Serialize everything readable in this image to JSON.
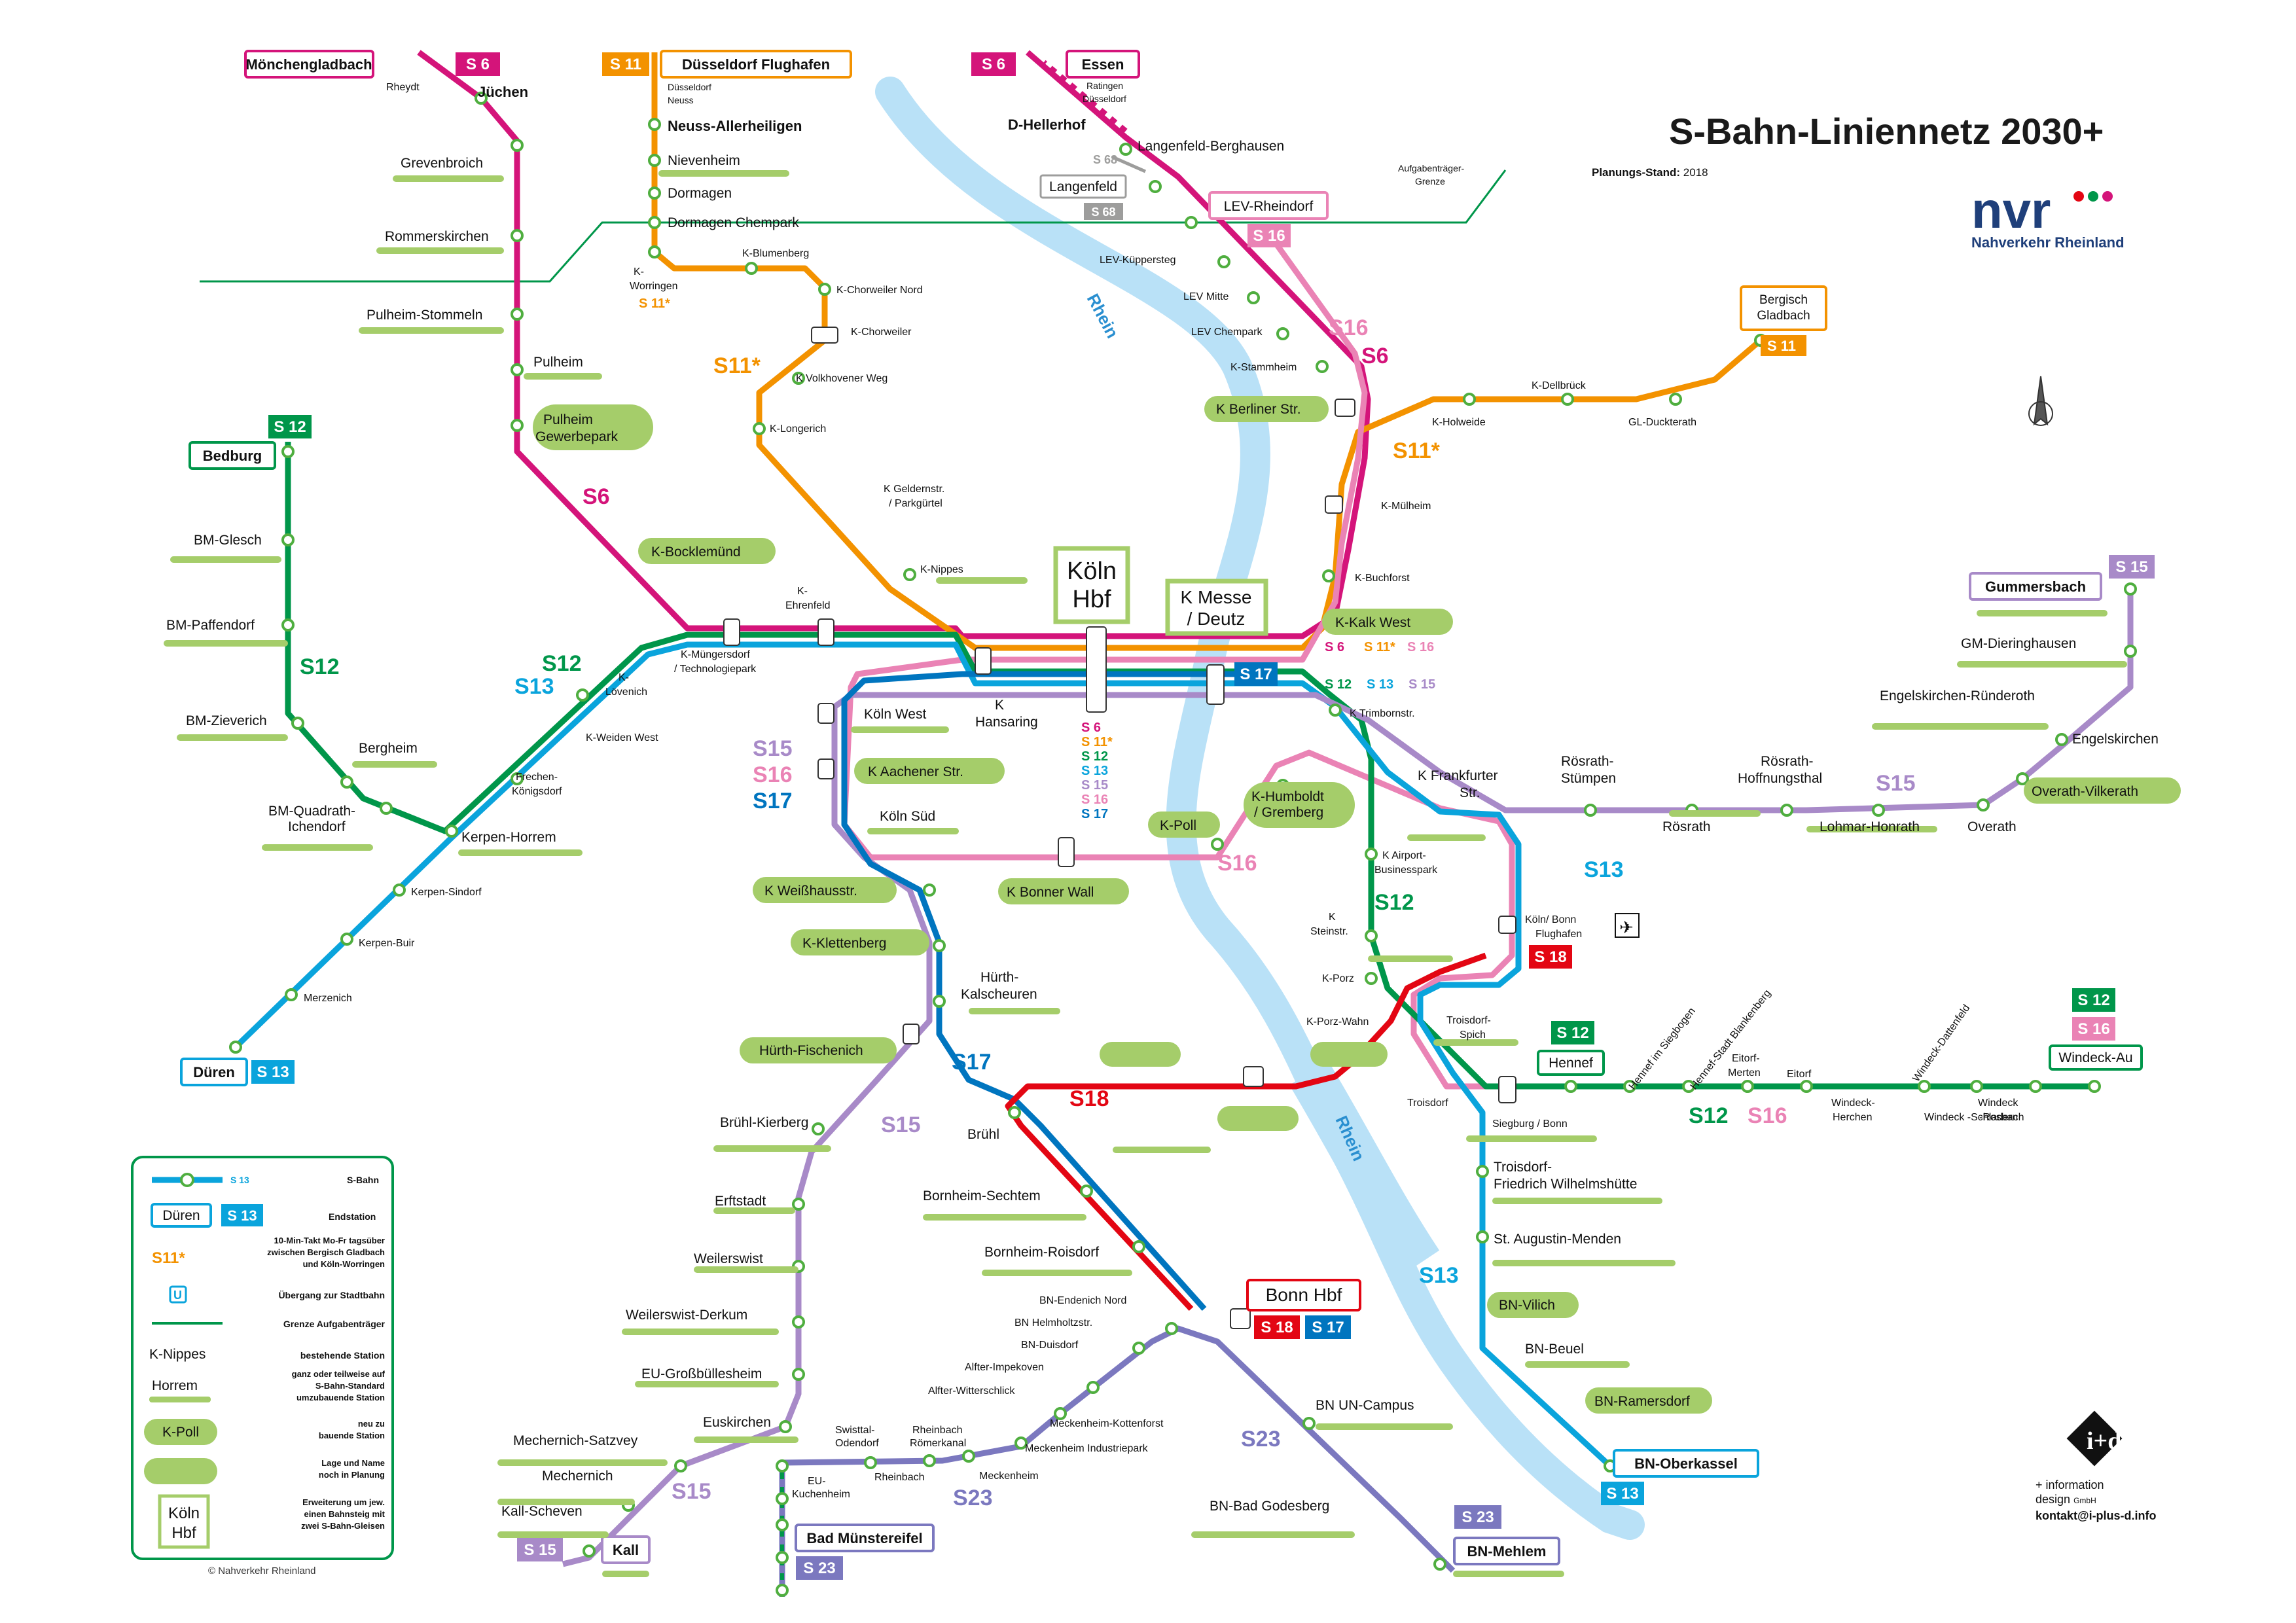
{
  "title": "S-Bahn-Liniennetz 2030+",
  "planning_state_label": "Planungs-Stand:",
  "planning_state_value": "2018",
  "brand": "Nahverkehr Rheinland",
  "copyright": "© Nahverkehr Rheinland",
  "designer": {
    "line1": "information",
    "line2": "design",
    "gmbh": "GmbH",
    "contact": "kontakt@i-plus-d.info"
  },
  "colors": {
    "S6": "#d4147a",
    "S11": "#f39200",
    "S12": "#00964a",
    "S13": "#0aa4dc",
    "S15": "#a88ac8",
    "S16": "#ea83b5",
    "S17": "#0075bf",
    "S18": "#e30613",
    "S23": "#7b78bf",
    "S68": "#9d9d9c",
    "green_label": "#a5cd6a",
    "river": "#b9e1f7"
  },
  "rivers": [
    "Rhein",
    "Rhein"
  ],
  "termini": {
    "moenchengladbach": "Mönchengladbach",
    "duesseldorf_flughafen": "Düsseldorf Flughafen",
    "essen": "Essen",
    "langenfeld": "Langenfeld",
    "lev_rheindorf": "LEV-Rheindorf",
    "bedburg": "Bedburg",
    "bergisch_gladbach": "Bergisch Gladbach",
    "gummersbach": "Gummersbach",
    "dueren": "Düren",
    "hennef": "Hennef",
    "windeck_au": "Windeck-Au",
    "bonn_hbf": "Bonn Hbf",
    "bn_oberkassel": "BN-Oberkassel",
    "bad_muenstereifel": "Bad Münstereifel",
    "bn_mehlem": "BN-Mehlem",
    "kall": "Kall",
    "koeln_hbf": "Köln Hbf",
    "k_messe": "K Messe / Deutz"
  },
  "line_tags": [
    "S 6",
    "S 11",
    "S 6",
    "S 68",
    "S 68",
    "S 16",
    "S 12",
    "S 11",
    "S 15",
    "S 13",
    "S 17",
    "S 12",
    "S 16",
    "S 18",
    "S 13",
    "S 23",
    "S 23",
    "S 15",
    "S 18",
    "S 17",
    "S 13"
  ],
  "line_labels": [
    "S6",
    "S11*",
    "S16",
    "S6",
    "S11*",
    "S12",
    "S12",
    "S13",
    "S15",
    "S16",
    "S17",
    "S16",
    "S13",
    "S12",
    "S17",
    "S18",
    "S15",
    "S13",
    "S12",
    "S16",
    "S23",
    "S15",
    "S23",
    "S15"
  ],
  "stations": {
    "n_rheydt": "Rheydt",
    "n_juechen": "Jüchen",
    "n_grevenbroich": "Grevenbroich",
    "n_rommerskirchen": "Rommerskirchen",
    "n_pulheim_stommeln": "Pulheim-Stommeln",
    "n_pulheim": "Pulheim",
    "n_pulheim_gewerbepark": "Pulheim Gewerbepark",
    "n_k_bocklemuend": "K-Bocklemünd",
    "n_k_ehrenfeld": "K-Ehrenfeld",
    "n_k_muengersdorf": "K-Müngersdorf / Technologiepark",
    "n_k_loevenich": "K-Lövenich",
    "n_k_weiden_west": "K-Weiden West",
    "n_frechen": "Frechen-Königsdorf",
    "n_kerpen_horrem": "Kerpen-Horrem",
    "n_kerpen_sindorf": "Kerpen-Sindorf",
    "n_kerpen_buir": "Kerpen-Buir",
    "n_merzenich": "Merzenich",
    "n_bm_glesch": "BM-Glesch",
    "n_bm_paffendorf": "BM-Paffendorf",
    "n_bm_zieverich": "BM-Zieverich",
    "n_bergheim": "Bergheim",
    "n_bm_quadrath": "BM-Quadrath-Ichendorf",
    "n_dus_neuss": "Düsseldorf Neuss",
    "n_neuss_allerheiligen": "Neuss-Allerheiligen",
    "n_nievenheim": "Nievenheim",
    "n_dormagen": "Dormagen",
    "n_dormagen_chempark": "Dormagen Chempark",
    "n_k_worringen": "K-Worringen",
    "n_k_blumenberg": "K-Blumenberg",
    "n_k_chorweiler_nord": "K-Chorweiler Nord",
    "n_k_chorweiler": "K-Chorweiler",
    "n_k_volkhovener": "K Volkhovener Weg",
    "n_k_longerich": "K-Longerich",
    "n_k_geldernstr": "K Geldernstr. / Parkgürtel",
    "n_k_nippes": "K-Nippes",
    "n_k_hansaring": "K Hansaring",
    "n_ratingen": "Ratingen Düsseldorf",
    "n_d_hellerhof": "D-Hellerhof",
    "n_langenfeld_berghausen": "Langenfeld-Berghausen",
    "n_lev_kuepper": "LEV-Küppersteg",
    "n_lev_mitte": "LEV Mitte",
    "n_lev_chempark": "LEV Chempark",
    "n_k_stammheim": "K-Stammheim",
    "n_k_berliner": "K Berliner Str.",
    "n_k_muelheim": "K-Mülheim",
    "n_k_buchforst": "K-Buchforst",
    "n_k_kalk_west": "K-Kalk West",
    "n_k_holweide": "K-Holweide",
    "n_k_dellbrueck": "K-Dellbrück",
    "n_gl_duckterath": "GL-Duckterath",
    "n_k_trimborn": "K Trimbornstr.",
    "n_k_frankfurter": "K Frankfurter Str.",
    "n_roesrath_stuempen": "Rösrath-Stümpen",
    "n_roesrath": "Rösrath",
    "n_roesrath_hoff": "Rösrath-Hoffnungsthal",
    "n_lohmar": "Lohmar-Honrath",
    "n_overath": "Overath",
    "n_overath_vilkerath": "Overath-Vilkerath",
    "n_engelskirchen": "Engelskirchen",
    "n_engelskirchen_r": "Engelskirchen-Ründeroth",
    "n_gm_dier": "GM-Dieringhausen",
    "n_koeln_west": "Köln West",
    "n_k_aachener": "K Aachener Str.",
    "n_koeln_sued": "Köln Süd",
    "n_k_bonner_wall": "K Bonner Wall",
    "n_k_poll": "K-Poll",
    "n_k_humboldt": "K-Humboldt / Gremberg",
    "n_k_airport": "K Airport-Businesspark",
    "n_k_steinstr": "K Steinstr.",
    "n_k_porz": "K-Porz",
    "n_k_porz_wahn": "K-Porz-Wahn",
    "n_koeln_bonn": "Köln/ Bonn Flughafen",
    "n_troisdorf_spich": "Troisdorf-Spich",
    "n_troisdorf": "Troisdorf",
    "n_siegburg": "Siegburg / Bonn",
    "n_hennef_sieg": "Hennef im Siegbogen",
    "n_hennef_blanken": "Hennef-Stadt Blankenberg",
    "n_eitorf_merten": "Eitorf-Merten",
    "n_eitorf": "Eitorf",
    "n_windeck_herchen": "Windeck-Herchen",
    "n_windeck_datten": "Windeck-Dattenfeld",
    "n_windeck_schladern": "Windeck -Schladern",
    "n_windeck_rosbach": "Windeck -Rosbach",
    "n_troisdorf_fw": "Troisdorf- Friedrich Wilhelmshütte",
    "n_st_augustin": "St. Augustin-Menden",
    "n_bn_vilich": "BN-Vilich",
    "n_bn_beuel": "BN-Beuel",
    "n_bn_ramersdorf": "BN-Ramersdorf",
    "n_k_weisshaus": "K Weißhausstr.",
    "n_k_klettenberg": "K-Klettenberg",
    "n_huerth_kal": "Hürth- Kalscheuren",
    "n_huerth_fisch": "Hürth-Fischenich",
    "n_bruehl_kierberg": "Brühl-Kierberg",
    "n_bruehl": "Brühl",
    "n_bornheim_sechtem": "Bornheim-Sechtem",
    "n_bornheim_roisdorf": "Bornheim-Roisdorf",
    "n_erftstadt": "Erftstadt",
    "n_weilerswist": "Weilerswist",
    "n_weilerswist_derkum": "Weilerswist-Derkum",
    "n_eu_gross": "EU-Großbüllesheim",
    "n_euskirchen": "Euskirchen",
    "n_mechernich_satz": "Mechernich-Satzvey",
    "n_mechernich": "Mechernich",
    "n_kall_scheven": "Kall-Scheven",
    "n_eu_kuchenheim": "EU- Kuchenheim",
    "n_swisttal": "Swisttal- Odendorf",
    "n_rheinbach_roemer": "Rheinbach Römerkanal",
    "n_rheinbach": "Rheinbach",
    "n_meckenheim": "Meckenheim",
    "n_meckenheim_ind": "Meckenheim Industriepark",
    "n_meckenheim_kotten": "Meckenheim-Kottenforst",
    "n_alfter_witt": "Alfter-Witterschlick",
    "n_alfter_imp": "Alfter-Impekoven",
    "n_bn_duisdorf": "BN-Duisdorf",
    "n_bn_helmholtz": "BN Helmholtzstr.",
    "n_bn_endenich": "BN-Endenich Nord",
    "n_bn_un": "BN UN-Campus",
    "n_bn_godesberg": "BN-Bad Godesberg"
  },
  "boundary_label": "Aufgabenträger- Grenze",
  "legend": {
    "sbahn": "S-Bahn",
    "endstation": "Endstation",
    "endstation_example": "Düren",
    "endstation_tag": "S 13",
    "takt_tag": "S11*",
    "takt": "10-Min-Takt Mo-Fr tagsüber zwischen Bergisch Gladbach und Köln-Worringen",
    "uebergang": "Übergang zur Stadtbahn",
    "grenze": "Grenze Aufgabenträger",
    "bestehend_example": "K-Nippes",
    "bestehend": "bestehende Station",
    "umbau_example": "Horrem",
    "umbau": "ganz oder teilweise auf S-Bahn-Standard umzubauende Station",
    "neu_example": "K-Poll",
    "neu": "neu zu bauende Station",
    "planung": "Lage und Name noch in Planung",
    "erweiterung_example": "Köln Hbf",
    "erweiterung": "Erweiterung um jew. einen Bahnsteig mit zwei S-Bahn-Gleisen"
  }
}
